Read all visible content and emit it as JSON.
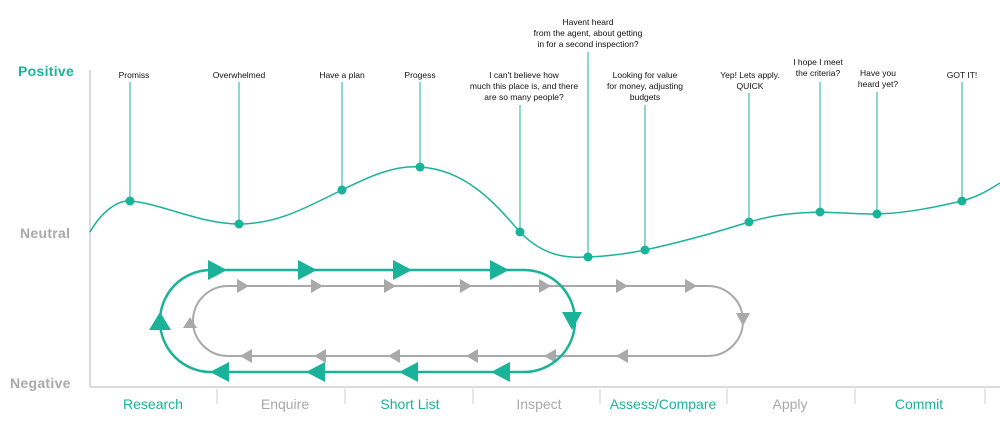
{
  "colors": {
    "accent": "#1ab39a",
    "muted": "#a9a9a9",
    "axis": "#cfcfcf",
    "text": "#111111"
  },
  "y_levels": {
    "positive": "Positive",
    "neutral": "Neutral",
    "negative": "Negative"
  },
  "stages": [
    {
      "label": "Research",
      "accent": true
    },
    {
      "label": "Enquire",
      "accent": false
    },
    {
      "label": "Short List",
      "accent": true
    },
    {
      "label": "Inspect",
      "accent": false
    },
    {
      "label": "Assess/Compare",
      "accent": true
    },
    {
      "label": "Apply",
      "accent": false
    },
    {
      "label": "Commit",
      "accent": true
    }
  ],
  "touchpoints": [
    {
      "label": "Promiss"
    },
    {
      "label": "Overwhelmed"
    },
    {
      "label": "Have a plan"
    },
    {
      "label": "Progess"
    },
    {
      "label": "I can't believe how\nmuch this place is, and there\nare so many people?"
    },
    {
      "label": "Havent heard\nfrom the agent, about getting\nin for a second inspection?"
    },
    {
      "label": "Looking for value\nfor money, adjusting\nbudgets"
    },
    {
      "label": "Yep! Lets apply.\nQUICK"
    },
    {
      "label": "I hope I meet\nthe criteria?"
    },
    {
      "label": "Have you\nheard yet?"
    },
    {
      "label": "GOT IT!"
    }
  ]
}
